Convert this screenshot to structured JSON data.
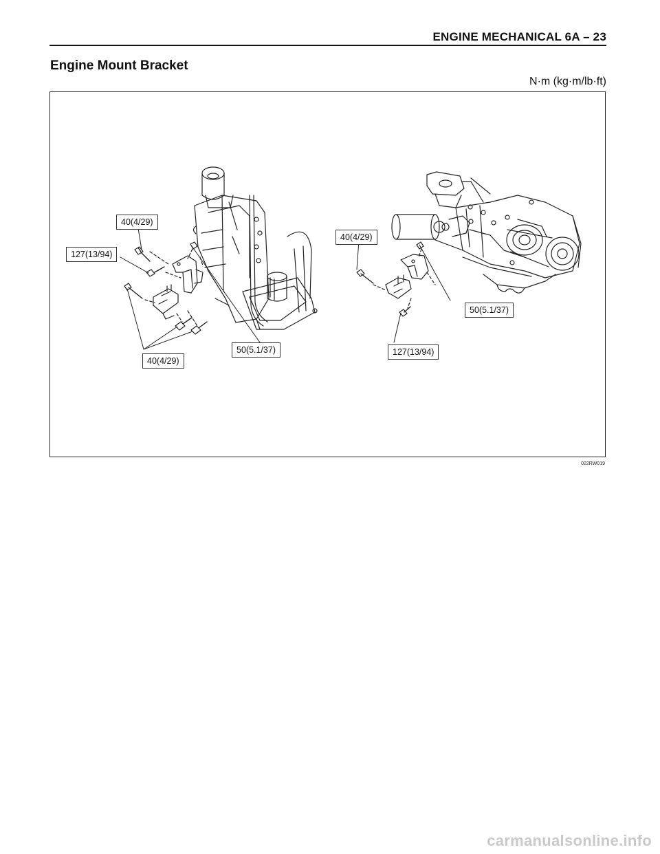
{
  "header": {
    "title": "ENGINE MECHANICAL  6A – 23"
  },
  "section": {
    "title": "Engine Mount Bracket",
    "units": "N·m (kg·m/lb·ft)"
  },
  "figure": {
    "callouts": {
      "left_upper_bolt": "40(4/29)",
      "left_mount_bolt": "127(13/94)",
      "left_nut": "50(5.1/37)",
      "left_lower_bolts": "40(4/29)",
      "right_upper_bolt": "40(4/29)",
      "right_nut": "50(5.1/37)",
      "right_mount_bolt": "127(13/94)"
    },
    "code": "022RW019"
  },
  "watermark": "carmanualsonline.info"
}
